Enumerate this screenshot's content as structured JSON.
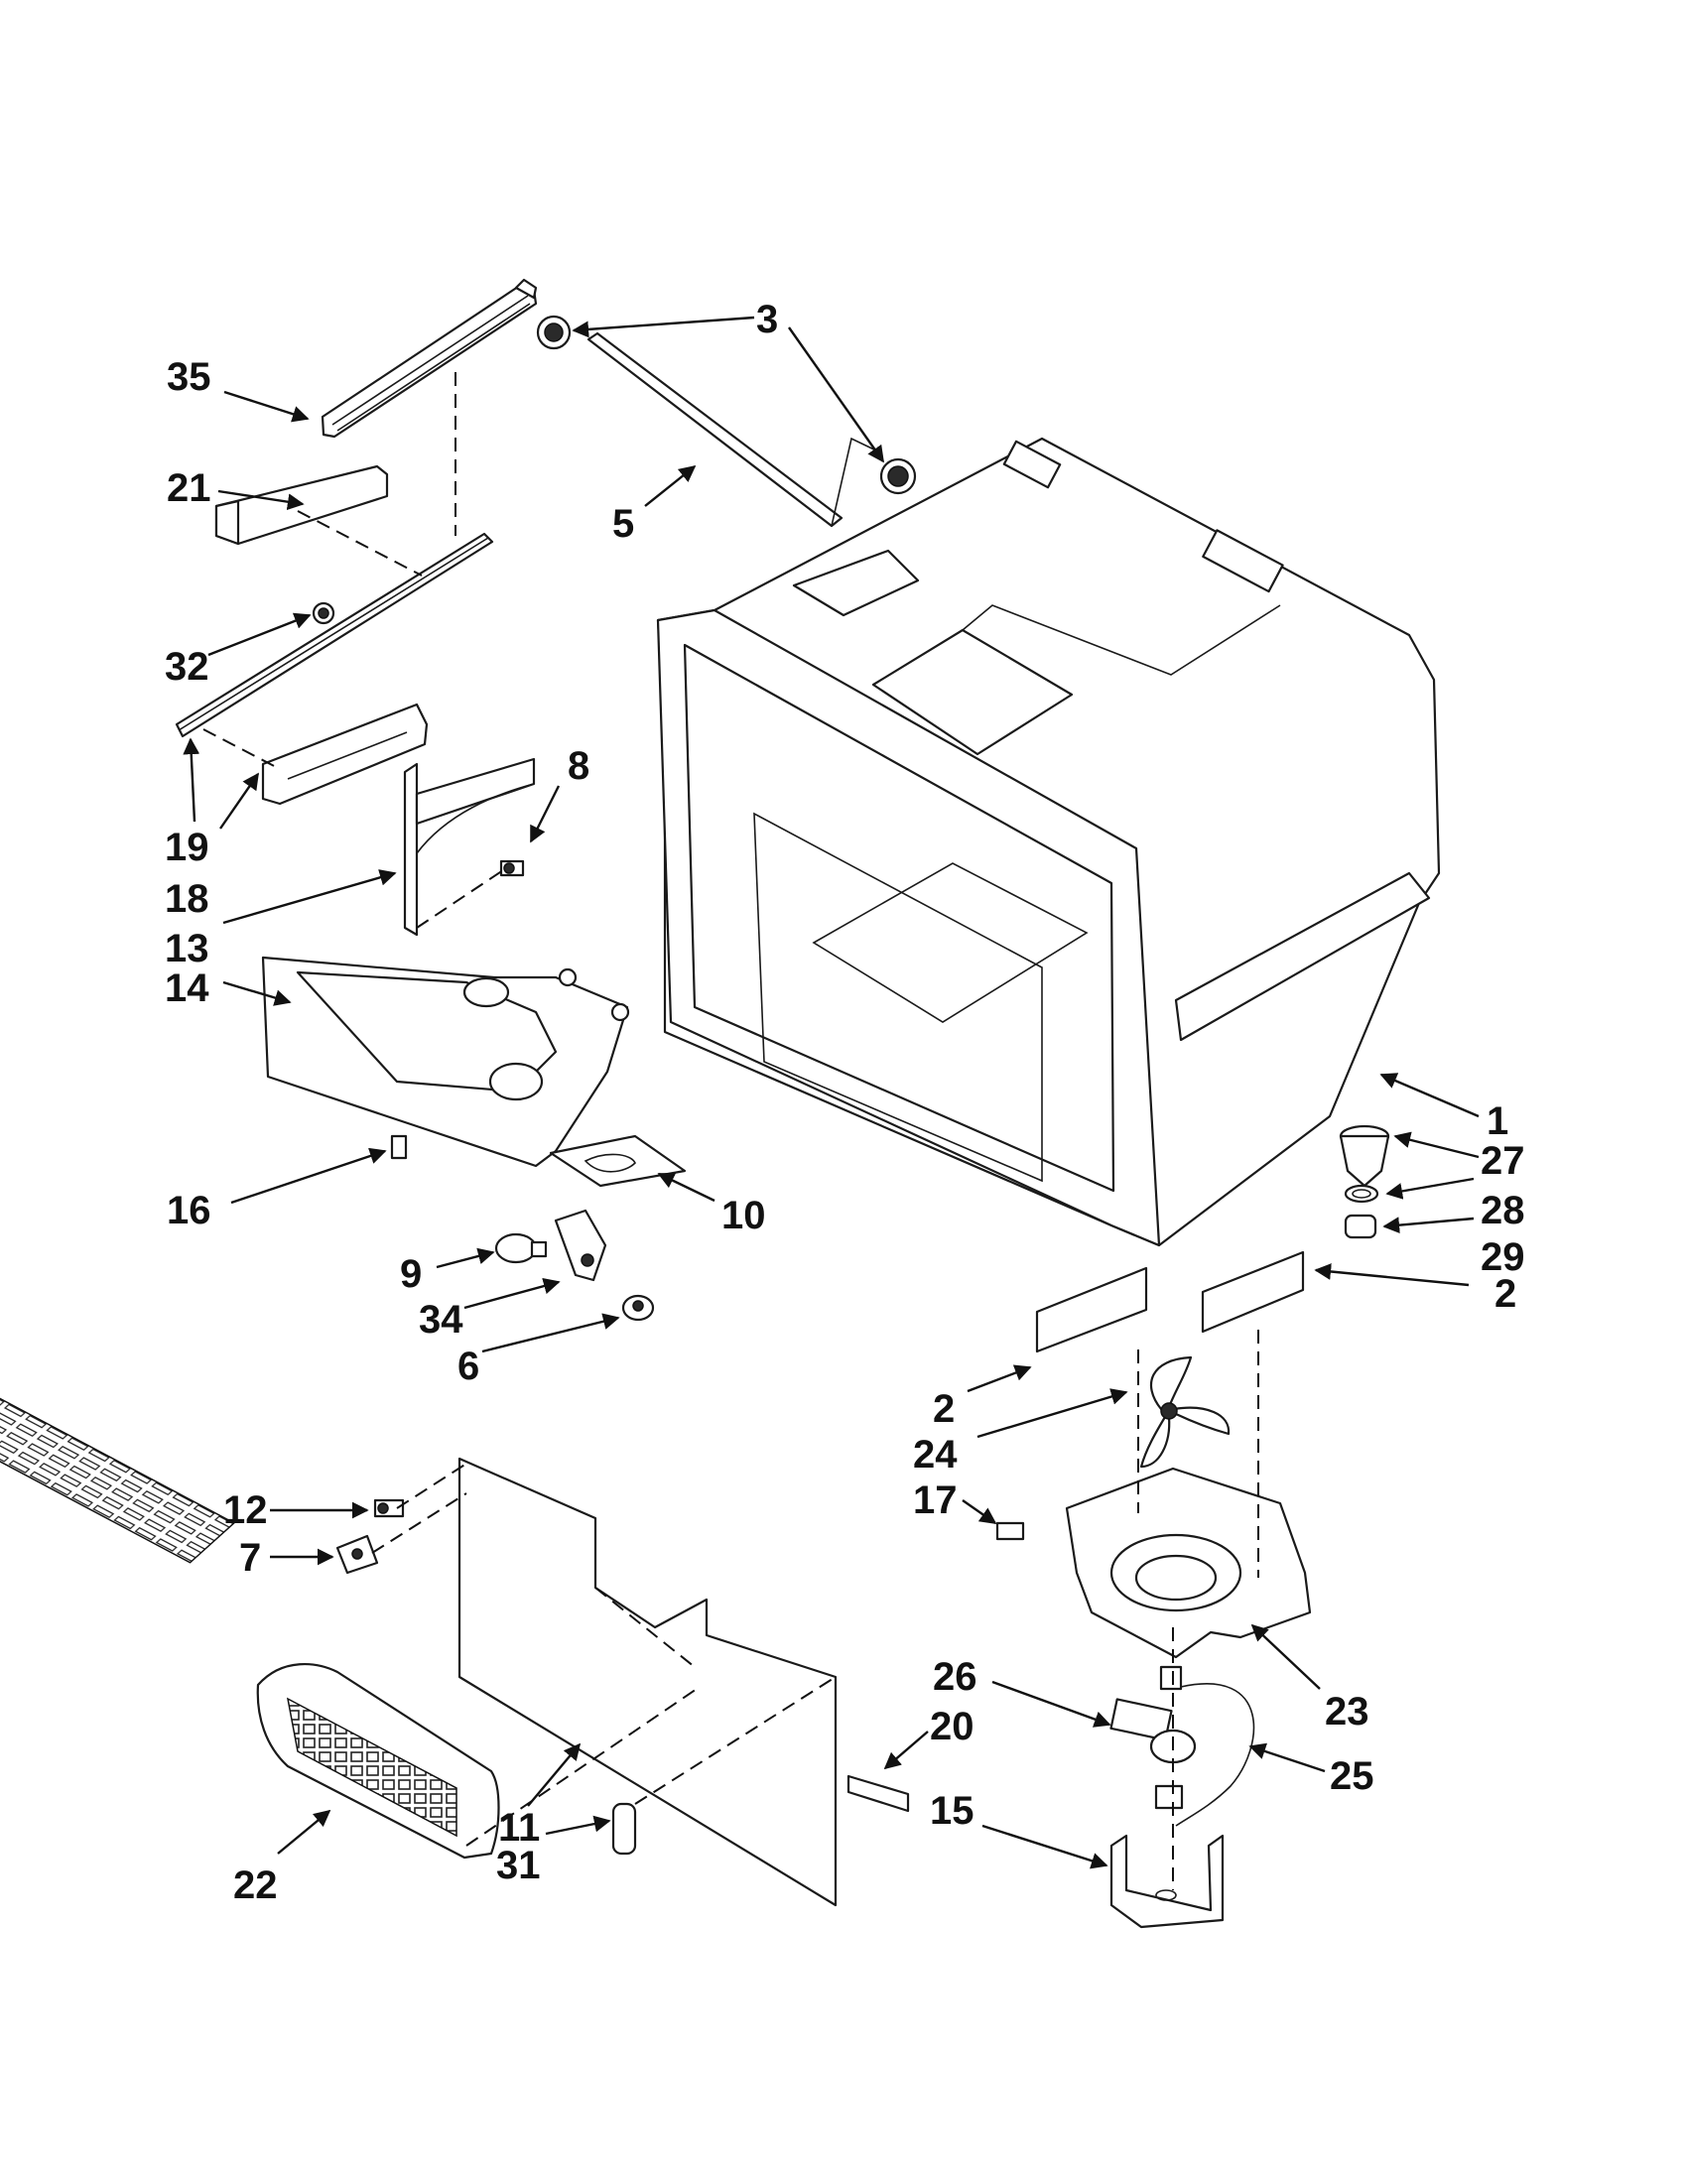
{
  "callouts": [
    {
      "id": "35",
      "label": "35"
    },
    {
      "id": "3",
      "label": "3"
    },
    {
      "id": "21",
      "label": "21"
    },
    {
      "id": "5",
      "label": "5"
    },
    {
      "id": "32",
      "label": "32"
    },
    {
      "id": "8",
      "label": "8"
    },
    {
      "id": "19",
      "label": "19"
    },
    {
      "id": "18",
      "label": "18"
    },
    {
      "id": "13",
      "label": "13"
    },
    {
      "id": "14",
      "label": "14"
    },
    {
      "id": "1",
      "label": "1"
    },
    {
      "id": "27",
      "label": "27"
    },
    {
      "id": "28",
      "label": "28"
    },
    {
      "id": "29",
      "label": "29"
    },
    {
      "id": "16",
      "label": "16"
    },
    {
      "id": "10",
      "label": "10"
    },
    {
      "id": "9",
      "label": "9"
    },
    {
      "id": "34",
      "label": "34"
    },
    {
      "id": "6",
      "label": "6"
    },
    {
      "id": "2a",
      "label": "2"
    },
    {
      "id": "2b",
      "label": "2"
    },
    {
      "id": "24",
      "label": "24"
    },
    {
      "id": "17",
      "label": "17"
    },
    {
      "id": "12",
      "label": "12"
    },
    {
      "id": "7",
      "label": "7"
    },
    {
      "id": "23",
      "label": "23"
    },
    {
      "id": "26",
      "label": "26"
    },
    {
      "id": "20",
      "label": "20"
    },
    {
      "id": "25",
      "label": "25"
    },
    {
      "id": "11",
      "label": "11"
    },
    {
      "id": "31",
      "label": "31"
    },
    {
      "id": "15",
      "label": "15"
    },
    {
      "id": "22",
      "label": "22"
    }
  ]
}
